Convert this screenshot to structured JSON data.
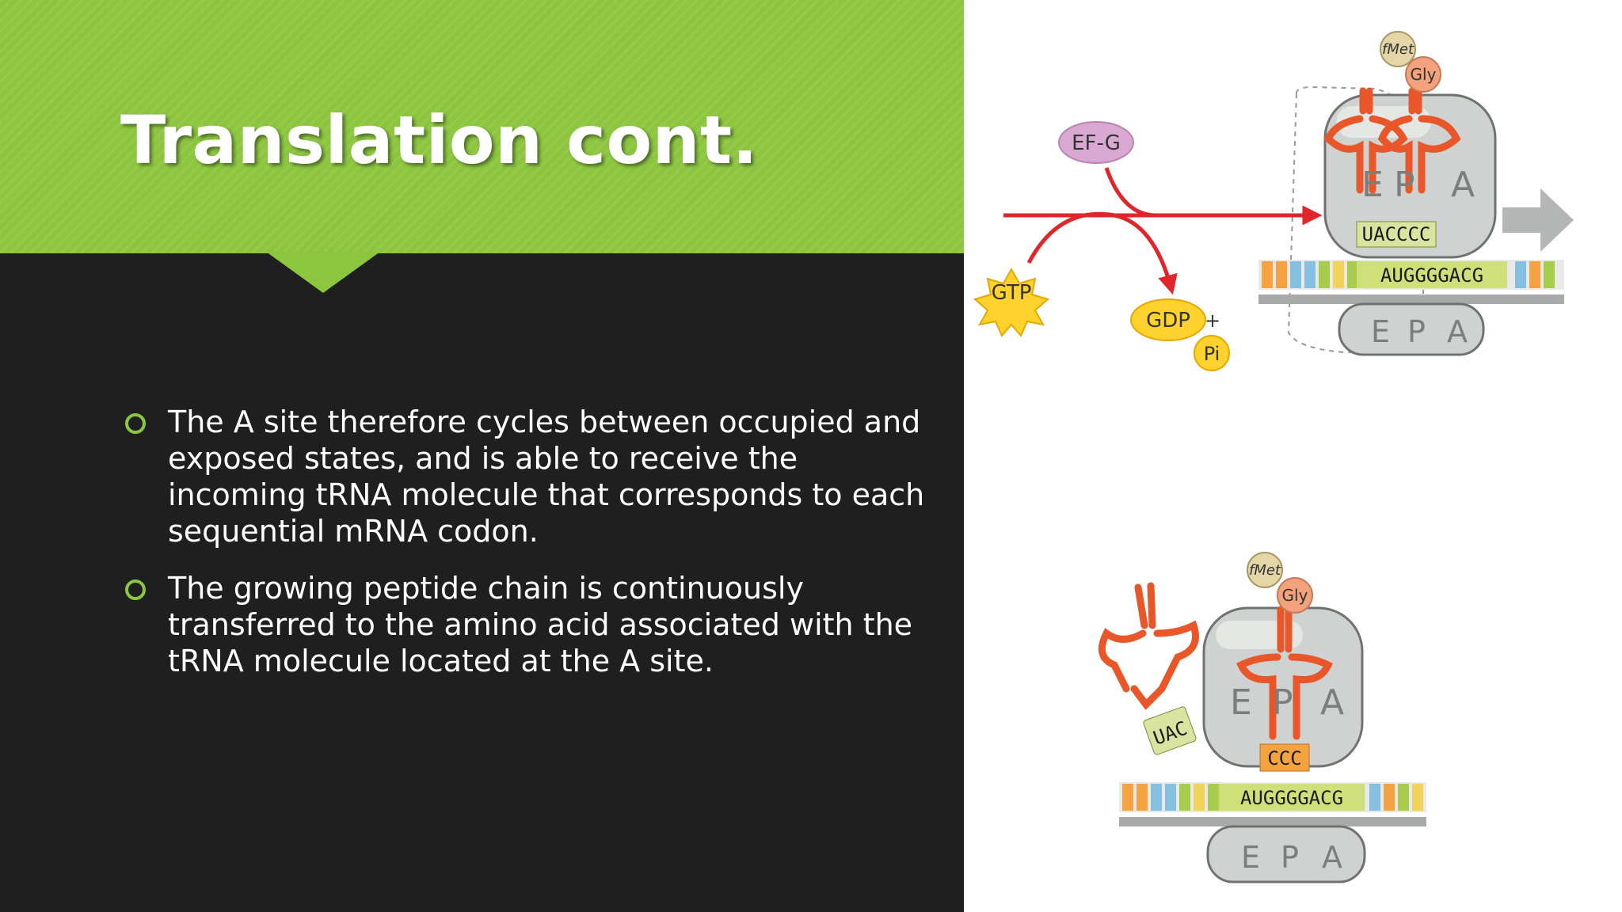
{
  "slide": {
    "title": "Translation cont.",
    "bullets": [
      "The A site therefore cycles between occupied and exposed states, and is able to receive the incoming tRNA molecule that corresponds to each sequential mRNA codon.",
      "The growing peptide chain is continuously transferred to the amino acid associated with the tRNA molecule located at the A site."
    ]
  },
  "diagram_top": {
    "ef_label": "EF-G",
    "gtp_label": "GTP",
    "gdp_label": "GDP",
    "plus_label": "+",
    "pi_label": "Pi",
    "fmet_label": "fMet",
    "gly_label": "Gly",
    "site_e": "E",
    "site_p": "P",
    "site_a": "A",
    "anticodon": "UACCCC",
    "mrna": "AUGGGGACG"
  },
  "diagram_bottom": {
    "fmet_label": "fMet",
    "gly_label": "Gly",
    "site_e": "E",
    "site_p": "P",
    "site_a": "A",
    "exiting_anticodon": "UAC",
    "anticodon": "CCC",
    "mrna": "AUGGGGACG"
  },
  "colors": {
    "accent_green": "#8cc63f",
    "panel_dark": "#1f1f1f",
    "trna_orange": "#e8562a",
    "arrow_red": "#e0262b",
    "efg_purple": "#d9a9d4",
    "gtp_yellow": "#ffd22e"
  }
}
